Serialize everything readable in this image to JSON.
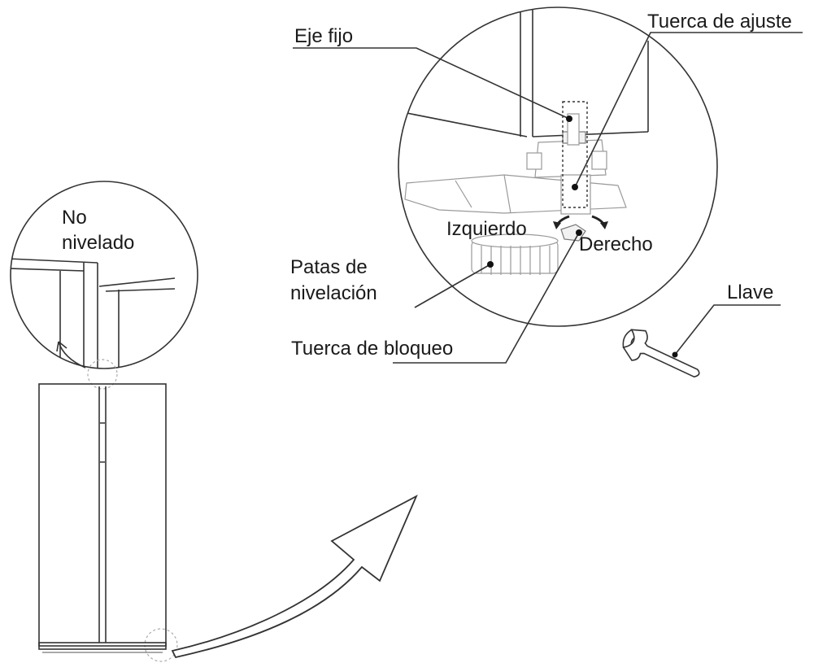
{
  "labels": {
    "not_level": "No\nnivelado",
    "fixed_shaft": "Eje fijo",
    "adjust_nut": "Tuerca de ajuste",
    "left": "Izquierdo",
    "right": "Derecho",
    "leveling_feet": "Patas de\nnivelación",
    "lock_nut": "Tuerca de bloqueo",
    "wrench": "Llave"
  },
  "colors": {
    "line": "#333333",
    "text": "#1a1a1a",
    "part": "#9a9a9a"
  }
}
